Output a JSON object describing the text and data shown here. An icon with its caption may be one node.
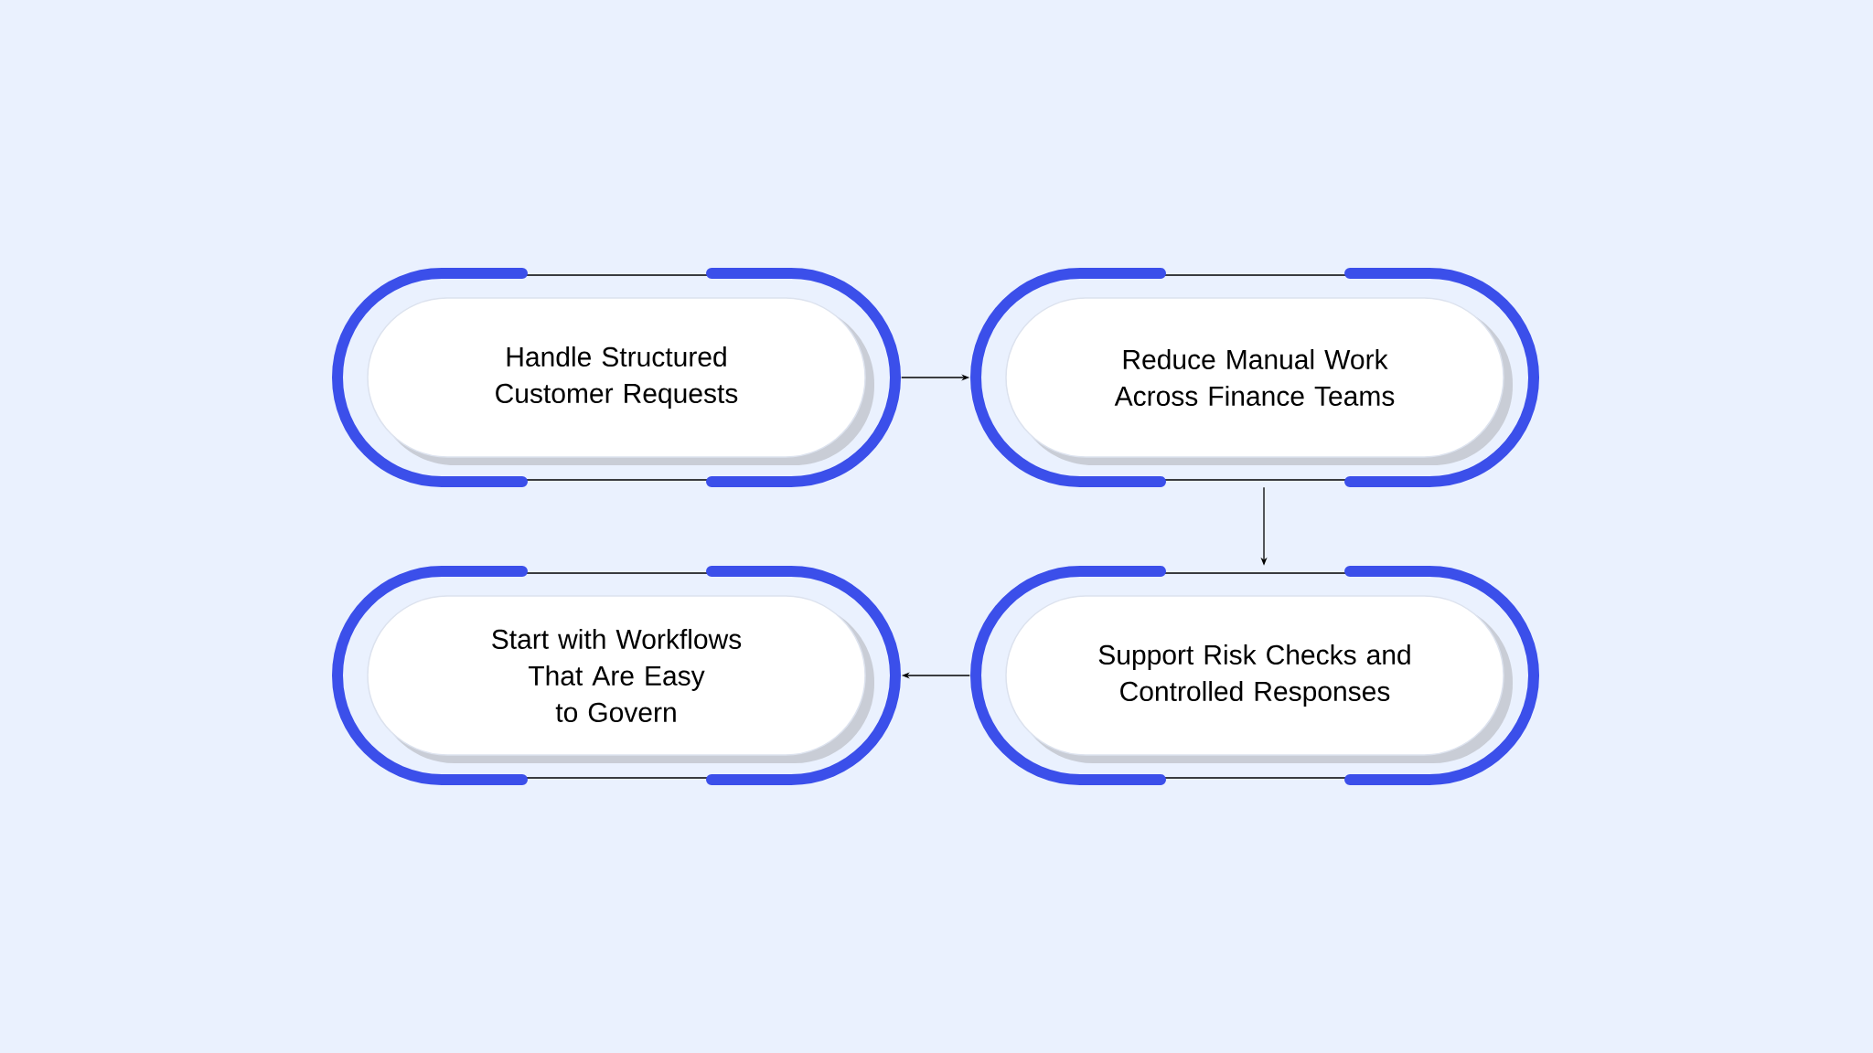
{
  "diagram": {
    "nodes": [
      {
        "text": [
          "Handle Structured Customer Requests"
        ]
      },
      {
        "text": [
          "Reduce Manual Work Across Finance Teams"
        ]
      },
      {
        "text": [
          "Start with Workflows That Are Easy to Govern"
        ]
      },
      {
        "text": [
          "Support Risk Checks and Controlled Responses"
        ]
      }
    ],
    "edges": [
      {
        "from": 0,
        "to": 1,
        "arrow": "to"
      },
      {
        "from": 1,
        "to": 3,
        "arrow": "to"
      },
      {
        "from": 3,
        "to": 2,
        "arrow": "to"
      }
    ]
  }
}
